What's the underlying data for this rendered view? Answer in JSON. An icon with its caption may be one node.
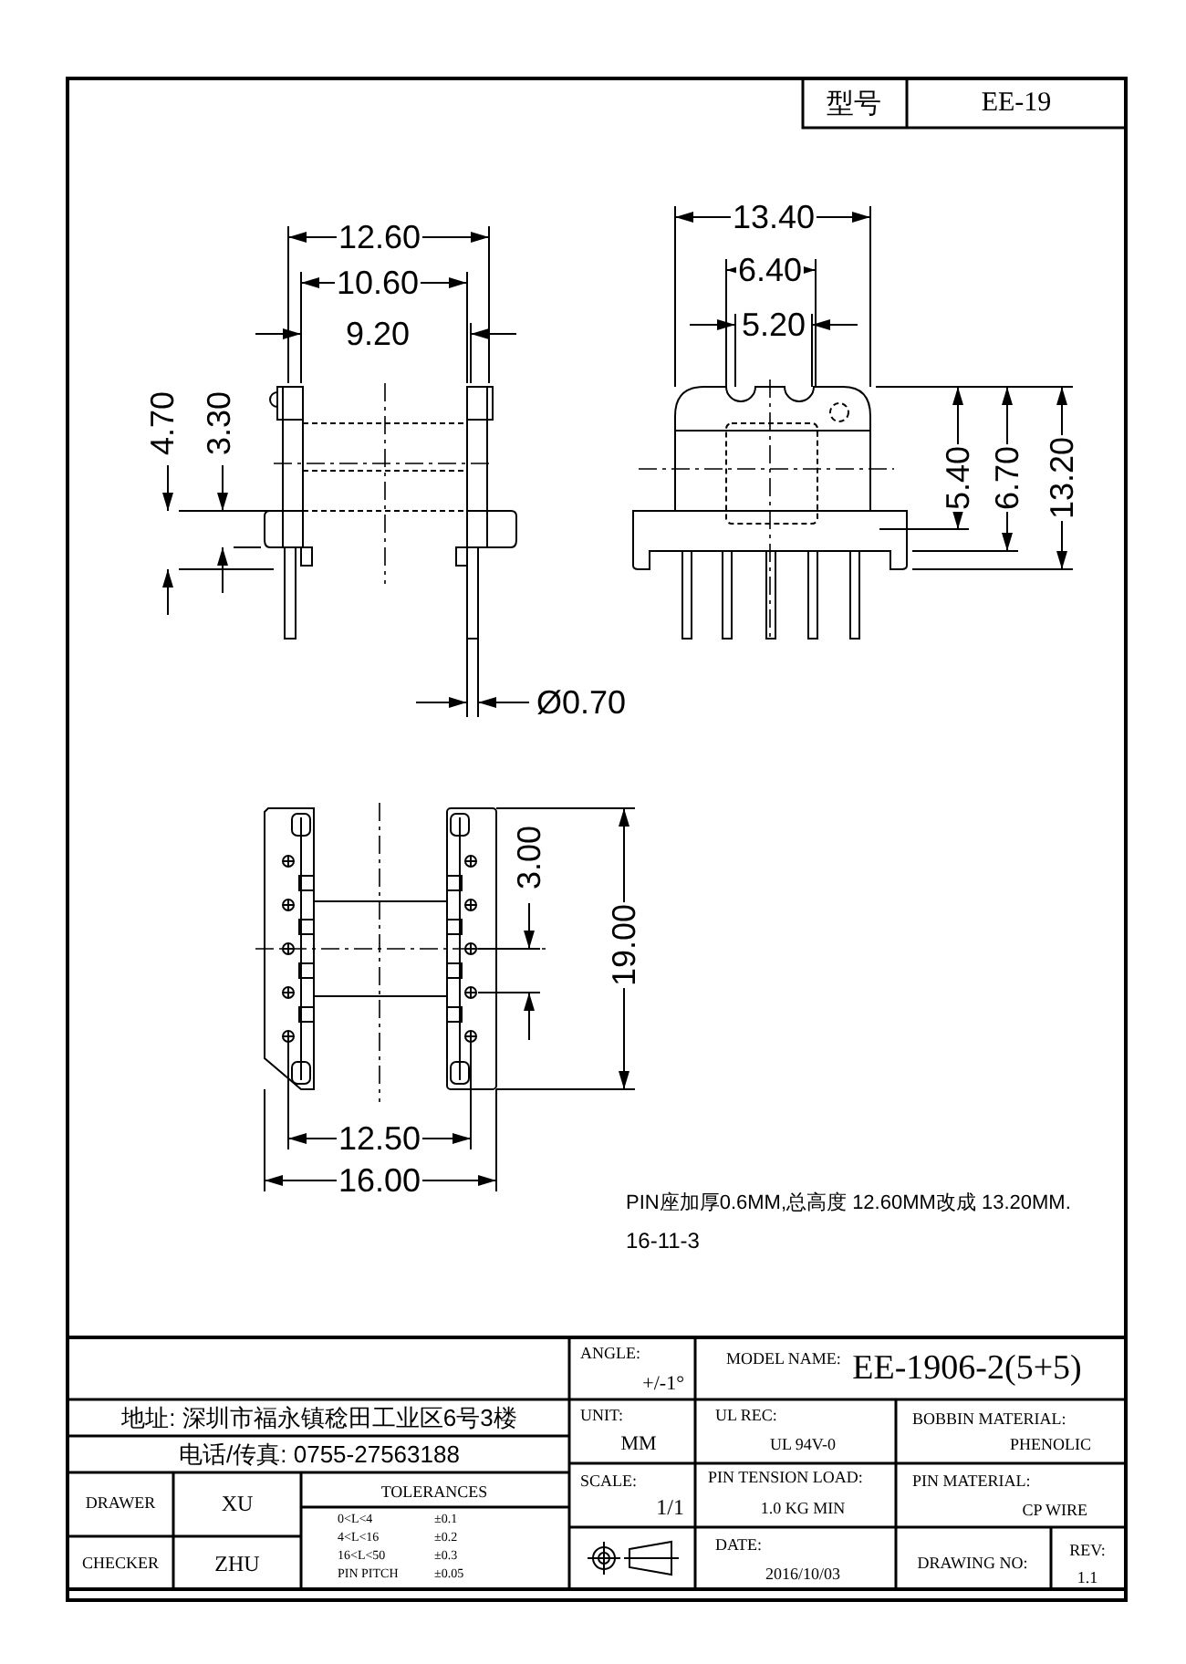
{
  "diagram": {
    "labels": [
      "型号",
      "EE-19",
      "12.60",
      "10.60",
      "9.20",
      "4.70",
      "3.30",
      "Ø0.70",
      "13.40",
      "6.40",
      "5.20",
      "5.40",
      "6.70",
      "13.20",
      "3.00",
      "19.00",
      "12.50",
      "16.00",
      "PIN座加厚0.6MM,总高度 12.60MM改成 13.20MM.",
      "16-11-3",
      "地址: 深圳市福永镇稔田工业区6号3楼",
      "电话/传真: 0755-27563188",
      "ANGLE:",
      "+/-1°",
      "MODEL NAME:",
      "EE-1906-2(5+5)",
      "UNIT:",
      "MM",
      "UL REC:",
      "UL 94V-0",
      "BOBBIN MATERIAL:",
      "PHENOLIC",
      "DRAWER",
      "XU",
      "TOLERANCES",
      "SCALE:",
      "1/1",
      "PIN TENSION LOAD:",
      "1.0 KG MIN",
      "PIN MATERIAL:",
      "CP WIRE",
      "0<L<4",
      "±0.1",
      "4<L<16",
      "±0.2",
      "16<L<50",
      "±0.3",
      "PIN PITCH",
      "±0.05",
      "CHECKER",
      "ZHU",
      "DATE:",
      "2016/10/03",
      "DRAWING NO:",
      "REV:",
      "1.1"
    ]
  }
}
